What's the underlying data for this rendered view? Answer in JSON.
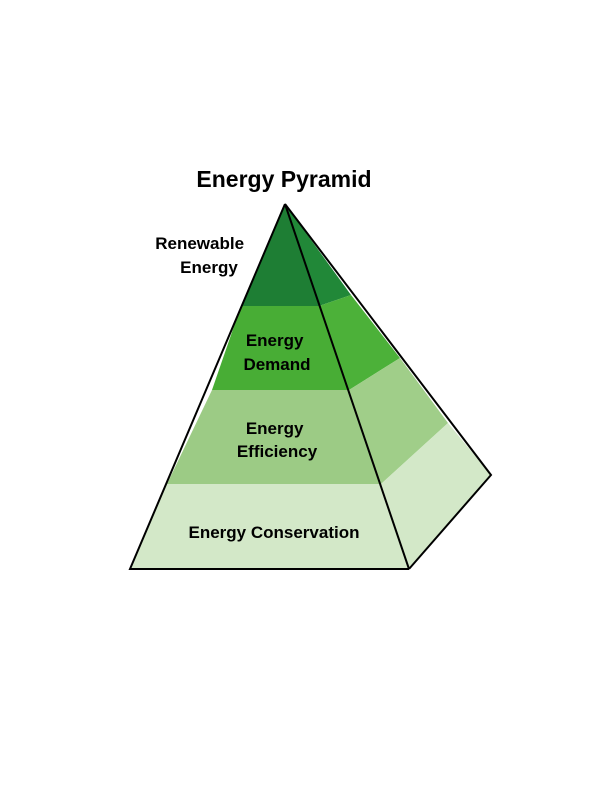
{
  "title": "Energy Pyramid",
  "levels": [
    {
      "lines": [
        "Renewable",
        "Energy"
      ],
      "front_color": "#1e7e34",
      "side_color": "#218838"
    },
    {
      "lines": [
        "Energy",
        "Demand"
      ],
      "front_color": "#48ad35",
      "side_color": "#4cb139"
    },
    {
      "lines": [
        "Energy",
        "Efficiency"
      ],
      "front_color": "#9ccb85",
      "side_color": "#a0ce89"
    },
    {
      "lines": [
        "Energy Conservation"
      ],
      "front_color": "#d3e8c8",
      "side_color": "#d3e8c8"
    }
  ],
  "outline_color": "#000000"
}
